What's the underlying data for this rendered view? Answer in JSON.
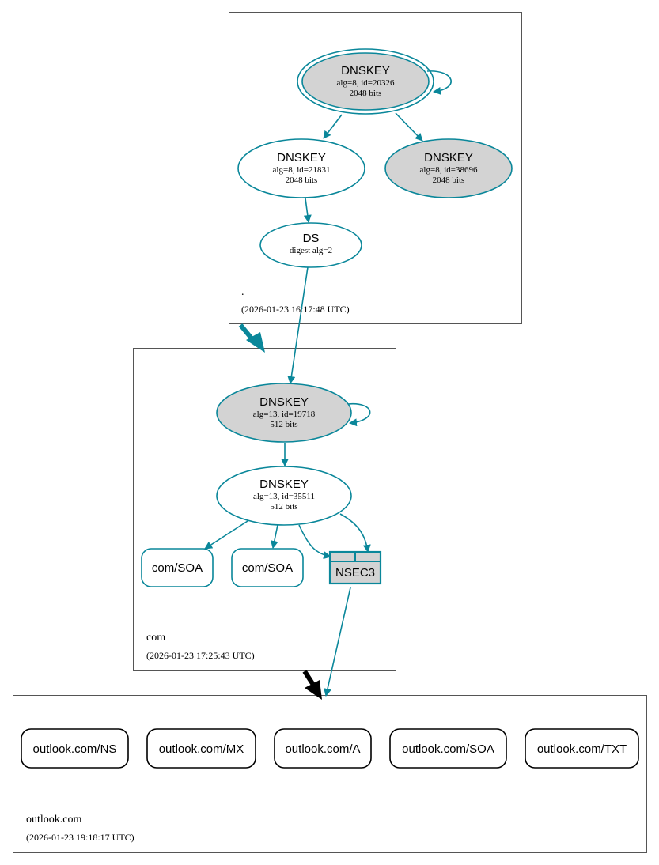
{
  "zones": {
    "root": {
      "name": ".",
      "timestamp": "(2026-01-23 16:17:48 UTC)"
    },
    "com": {
      "name": "com",
      "timestamp": "(2026-01-23 17:25:43 UTC)"
    },
    "outlook": {
      "name": "outlook.com",
      "timestamp": "(2026-01-23 19:18:17 UTC)"
    }
  },
  "nodes": {
    "root_ksk": {
      "title": "DNSKEY",
      "line1": "alg=8, id=20326",
      "line2": "2048 bits"
    },
    "root_zsk1": {
      "title": "DNSKEY",
      "line1": "alg=8, id=21831",
      "line2": "2048 bits"
    },
    "root_zsk2": {
      "title": "DNSKEY",
      "line1": "alg=8, id=38696",
      "line2": "2048 bits"
    },
    "root_ds": {
      "title": "DS",
      "line1": "digest alg=2"
    },
    "com_ksk": {
      "title": "DNSKEY",
      "line1": "alg=13, id=19718",
      "line2": "512 bits"
    },
    "com_zsk": {
      "title": "DNSKEY",
      "line1": "alg=13, id=35511",
      "line2": "512 bits"
    },
    "com_soa1": {
      "label": "com/SOA"
    },
    "com_soa2": {
      "label": "com/SOA"
    },
    "com_nsec3": {
      "label": "NSEC3"
    },
    "outlook_ns": {
      "label": "outlook.com/NS"
    },
    "outlook_mx": {
      "label": "outlook.com/MX"
    },
    "outlook_a": {
      "label": "outlook.com/A"
    },
    "outlook_soa": {
      "label": "outlook.com/SOA"
    },
    "outlook_txt": {
      "label": "outlook.com/TXT"
    }
  },
  "colors": {
    "edge": "#0a879a",
    "node_fill_gray": "#d3d3d3",
    "delegation_arrow": "#000000"
  }
}
